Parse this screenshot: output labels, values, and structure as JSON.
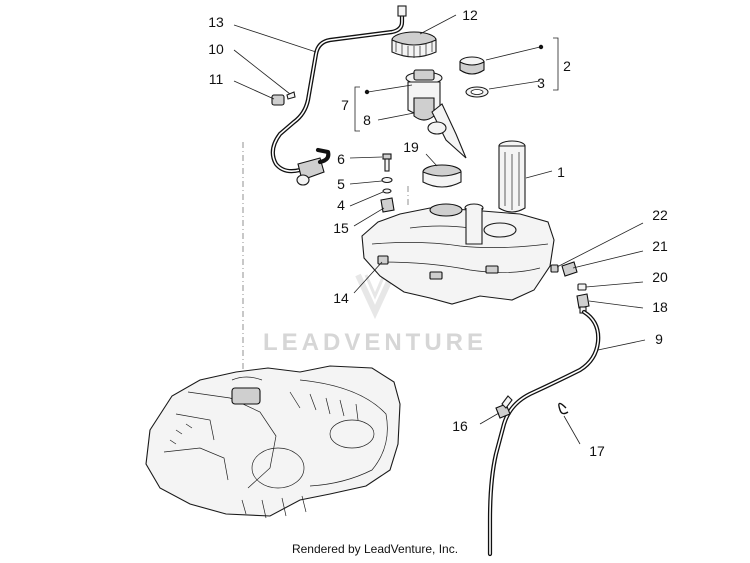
{
  "diagram": {
    "callouts": [
      "1",
      "2",
      "3",
      "4",
      "5",
      "6",
      "7",
      "8",
      "9",
      "10",
      "11",
      "12",
      "13",
      "14",
      "15",
      "16",
      "17",
      "18",
      "19",
      "20",
      "21",
      "22"
    ],
    "watermark": "LEADVENTURE",
    "footer": "Rendered by LeadVenture, Inc."
  }
}
